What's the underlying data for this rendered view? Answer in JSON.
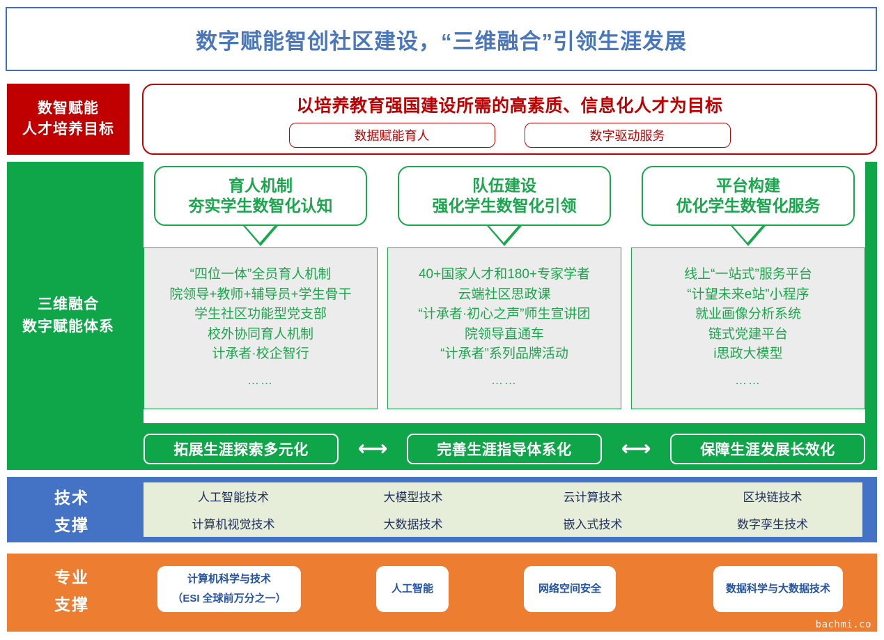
{
  "title": {
    "text": "数字赋能智创社区建设，“三维融合”引领生涯发展",
    "color": "#4A77BC"
  },
  "goal": {
    "label_line1": "数智赋能",
    "label_line2": "人才培养目标",
    "label_color": "#C00000",
    "headline": "以培养教育强国建设所需的高素质、信息化人才为目标",
    "pills": [
      {
        "label": "数据赋能育人"
      },
      {
        "label": "数字驱动服务"
      }
    ]
  },
  "framework": {
    "label_line1": "三维融合",
    "label_line2": "数字赋能体系",
    "label_color": "#0FA64A",
    "columns": [
      {
        "head_line1": "育人机制",
        "head_line2": "夯实学生数智化认知",
        "items": [
          "“四位一体”全员育人机制",
          "院领导+教师+辅导员+学生骨干",
          "学生社区功能型党支部",
          "校外协同育人机制",
          "计承者·校企智行"
        ],
        "dots": "……"
      },
      {
        "head_line1": "队伍建设",
        "head_line2": "强化学生数智化引领",
        "items": [
          "40+国家人才和180+专家学者",
          "云端社区思政课",
          "“计承者·初心之声”师生宣讲团",
          "院领导直通车",
          "“计承者”系列品牌活动"
        ],
        "dots": "……"
      },
      {
        "head_line1": "平台构建",
        "head_line2": "优化学生数智化服务",
        "items": [
          "线上“一站式”服务平台",
          "“计望未来e站”小程序",
          "就业画像分析系统",
          "链式党建平台",
          "i思政大模型"
        ],
        "dots": "……"
      }
    ],
    "strip": {
      "pills": [
        {
          "label": "拓展生涯探索多元化"
        },
        {
          "label": "完善生涯指导体系化"
        },
        {
          "label": "保障生涯发展长效化"
        }
      ],
      "connector": "⟷"
    }
  },
  "tech": {
    "label_line1": "技术",
    "label_line2": "支撑",
    "band_color": "#4472C4",
    "panel_color": "#E6EEDA",
    "items": [
      "人工智能技术",
      "大模型技术",
      "云计算技术",
      "区块链技术",
      "计算机视觉技术",
      "大数据技术",
      "嵌入式技术",
      "数字孪生技术"
    ]
  },
  "major": {
    "label_line1": "专业",
    "label_line2": "支撑",
    "band_color": "#ED7D31",
    "boxes": [
      {
        "line1": "计算机科学与技术",
        "line2": "（ESI 全球前万分之一）"
      },
      {
        "line1": "人工智能",
        "line2": ""
      },
      {
        "line1": "网络空间安全",
        "line2": ""
      },
      {
        "line1": "数据科学与大数据技术",
        "line2": ""
      }
    ]
  },
  "watermark": "bachmi.co"
}
